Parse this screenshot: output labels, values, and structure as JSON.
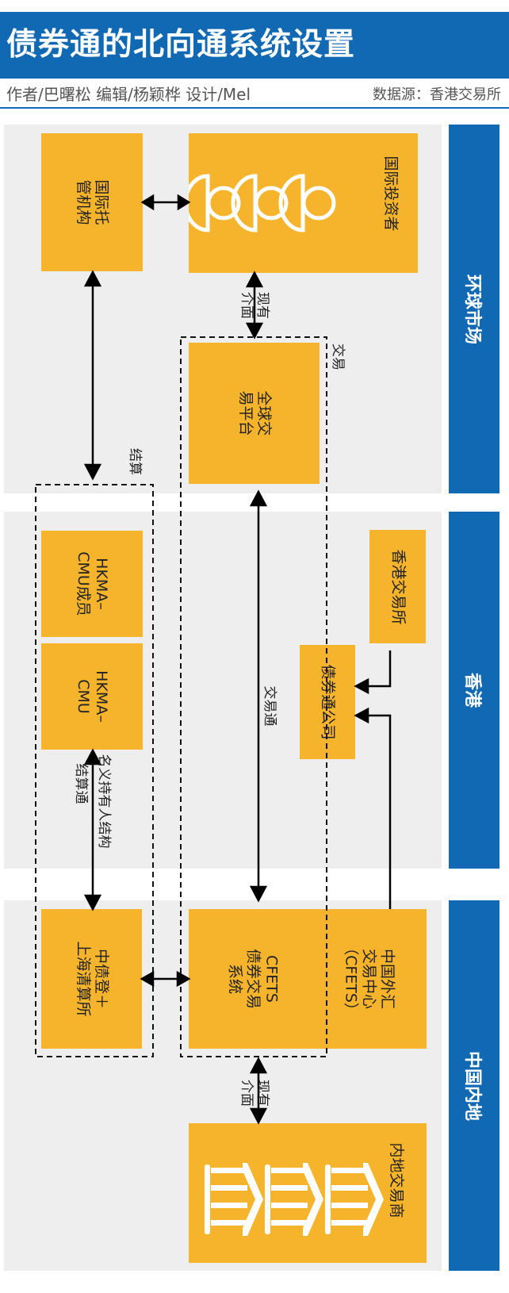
{
  "header": {
    "title": "债券通的北向通系统设置",
    "byline": "作者/巴曙松  编辑/杨颖桦  设计/Mel",
    "source": "数据源：香港交易所"
  },
  "zones": [
    {
      "label": "环球市场"
    },
    {
      "label": "香港"
    },
    {
      "label": "中国内地"
    }
  ],
  "nodes": {
    "custodian": "国际托\n管机构",
    "investors": "国际投资者",
    "global_platform": "全球交\n易平台",
    "cmu_member": "HKMA–\nCMU成员",
    "cmu": "HKMA–\nCMU",
    "hkex": "香港交易所",
    "bond_connect_co": "债券通公司",
    "ccdc_shch": "中债登＋\n上海清算所",
    "cfets_system": "CFETS\n债券交易\n系统",
    "cfets_center": "中国外汇\n交易中心\n（CFETS）",
    "onshore_dealers": "内地交易商"
  },
  "labels": {
    "existing_interface_top": "现有\n介面",
    "existing_interface_bottom": "现有\n介面",
    "trading_group": "交易",
    "settlement_group": "结算",
    "trade_link": "交易通",
    "nominee_structure": "名义持有人结构",
    "settlement_link": "结算通"
  },
  "colors": {
    "brand_blue": "#1269b3",
    "node_orange": "#f6b42d",
    "zone_grey": "#eeeeee"
  },
  "icons": {
    "investors": "person-icon",
    "dealers": "bank-building-icon",
    "investor_count": 3,
    "dealer_count": 3
  }
}
